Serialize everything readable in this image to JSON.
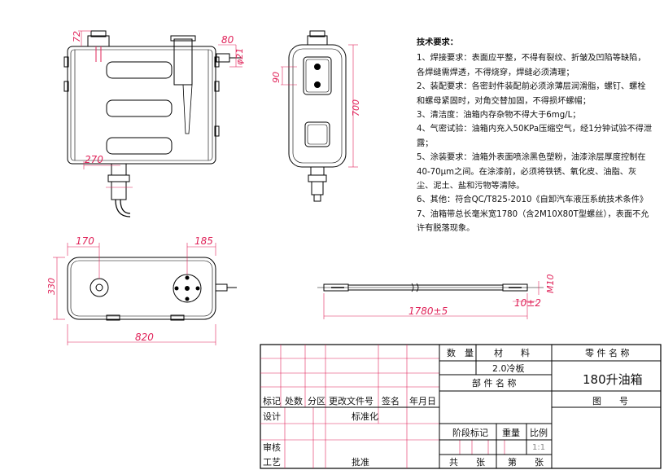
{
  "dimensions": {
    "d72": "72",
    "d80": "80",
    "dphi21": "φ21",
    "d270": "270",
    "d90": "90",
    "d700": "700",
    "d170": "170",
    "d185": "185",
    "d330": "330",
    "d820": "820",
    "d1780": "1780±5",
    "dm10": "M10",
    "d10": "10±2"
  },
  "notes": {
    "title": "技术要求：",
    "items": [
      "1、焊接要求：表面应平整，不得有裂纹、折皱及凹陷等缺陷，各焊缝需焊透，不得烧穿，焊缝必须清理；",
      "2、装配要求：各密封件装配前必须涂薄层润滑脂，螺钉、螺栓和螺母紧固时，对角交替加固，不得损坏螺帽；",
      "3、清洁度：油箱内存杂物不得大于6mg/L；",
      "4、气密试验：油箱内充入50KPa压缩空气，经1分钟试验不得泄露；",
      "5、涂装要求：油箱外表面喷涂黑色塑粉，油漆涂层厚度控制在40-70μm之间。在涂漆前，必须将铁锈、氧化皮、油脂、灰尘、泥土、盐和污物等清除。",
      "6、其他：符合QC/T825-2010《自卸汽车液压系统技术条件》",
      "7、油箱带总长毫米宽1780（含2M10X80T型螺丝），表面不允许有脱落现象。"
    ]
  },
  "title_block": {
    "h_count": "数　量",
    "h_material": "材　　料",
    "h_partname": "零 件 名 称",
    "material": "2.0冷板",
    "part_name_label": "部 件 名 称",
    "part_name": "180升油箱",
    "drawing_no_label": "图　　号",
    "rev_mark": "标记",
    "rev_zone_count": "处数",
    "rev_zone": "分区",
    "rev_doc": "更改文件号",
    "rev_sign": "签名",
    "rev_date": "年月日",
    "design": "设计",
    "standardize": "标准化",
    "review": "审核",
    "process": "工艺",
    "approve": "批准",
    "stage": "阶段标记",
    "weight": "重量",
    "scale_label": "比例",
    "scale": "1:1",
    "total": "共　　张",
    "sheet": "第　　张"
  }
}
